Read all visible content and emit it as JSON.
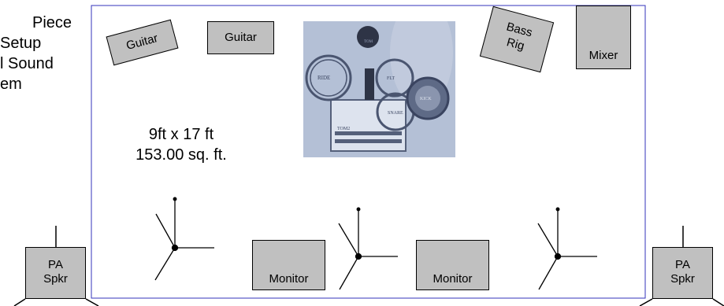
{
  "title": {
    "line1": "Piece",
    "line2": "Setup",
    "line3": "l Sound",
    "line4": "em"
  },
  "room": {
    "dimensions": "9ft x 17 ft",
    "area": "153.00 sq. ft."
  },
  "equipment": {
    "guitar_left": "Guitar",
    "guitar_right": "Guitar",
    "bass_line1": "Bass",
    "bass_line2": "Rig",
    "mixer": "Mixer",
    "monitor_left": "Monitor",
    "monitor_right": "Monitor",
    "pa_left_line1": "PA",
    "pa_left_line2": "Spkr",
    "pa_right_line1": "PA",
    "pa_right_line2": "Spkr"
  },
  "drum_kit": {
    "pieces": [
      "RIDE",
      "TOM",
      "FLT",
      "TOM2",
      "SNARE",
      "KICK"
    ]
  },
  "colors": {
    "room_border": "#3333bb",
    "equipment_fill": "#c0c0c0",
    "drum_photo": "#b4c0d6"
  }
}
